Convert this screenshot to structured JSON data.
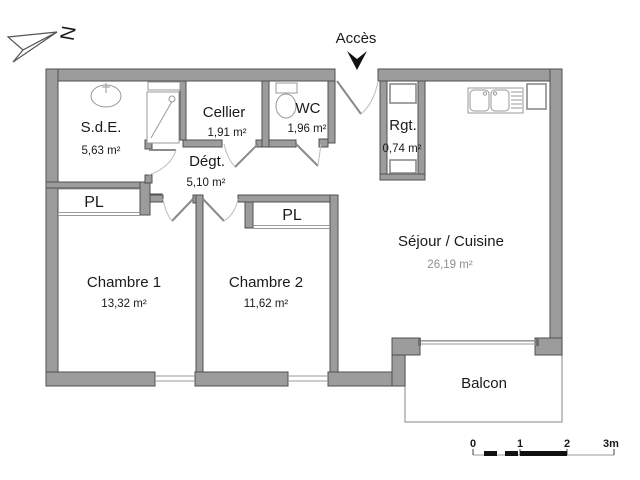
{
  "plan": {
    "type": "apartment floor plan",
    "access": {
      "label": "Accès"
    },
    "north": {
      "letter": "N"
    },
    "rooms": {
      "sde": {
        "name": "S.d.E.",
        "area": "5,63 m²"
      },
      "cellier": {
        "name": "Cellier",
        "area": "1,91 m²"
      },
      "wc": {
        "name": "WC",
        "area": "1,96 m²"
      },
      "rgt": {
        "name": "Rgt.",
        "area": "0,74 m²"
      },
      "degt": {
        "name": "Dégt.",
        "area": "5,10 m²"
      },
      "pl1": {
        "name": "PL"
      },
      "pl2": {
        "name": "PL"
      },
      "chambre1": {
        "name": "Chambre 1",
        "area": "13,32 m²"
      },
      "chambre2": {
        "name": "Chambre 2",
        "area": "11,62 m²"
      },
      "sejour": {
        "name": "Séjour / Cuisine",
        "area": "26,19 m²"
      },
      "balcon": {
        "name": "Balcon"
      }
    },
    "scale_bar": {
      "labels": [
        "0",
        "1",
        "2",
        "3m"
      ]
    }
  }
}
